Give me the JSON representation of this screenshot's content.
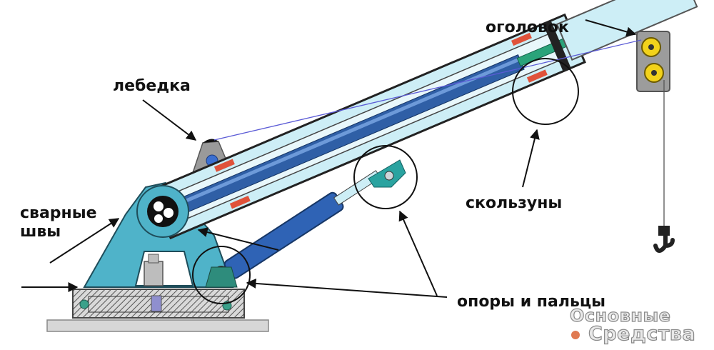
{
  "labels": {
    "head": "оголовок",
    "winch": "лебедка",
    "welds_line1": "сварные",
    "welds_line2": "швы",
    "sliders": "скользуны",
    "supports": "опоры и пальцы"
  },
  "logo": {
    "line1": "Основные",
    "line2": "Средства"
  },
  "colors": {
    "base_cyan": "#4fb3c9",
    "boom_light": "#cdeef6",
    "cylinder_blue": "#2f5fa6",
    "slider_red": "#e0523a",
    "rod_green": "#2aa37a",
    "head_yellow": "#f2d21b",
    "logo_orange": "#e07a52"
  }
}
